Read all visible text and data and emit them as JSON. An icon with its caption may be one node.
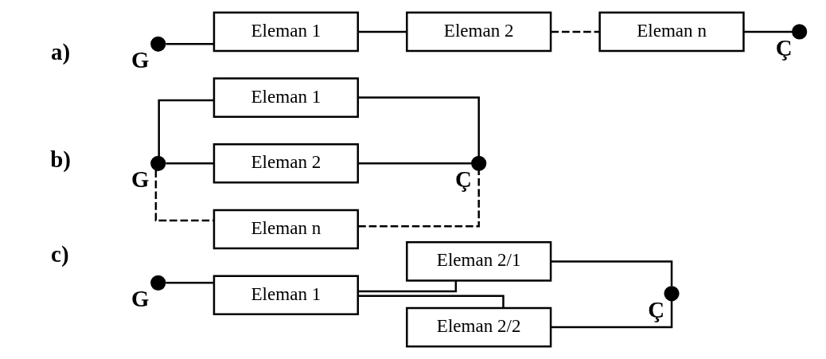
{
  "diagram": {
    "nodes": [
      {
        "text": [],
        "shape": "circle",
        "beside": [
          "G"
        ]
      },
      {
        "text": [
          "Eleman 1"
        ]
      },
      {
        "text": [
          "Eleman 2"
        ]
      },
      {
        "text": [
          "Eleman n"
        ]
      },
      {
        "text": [],
        "shape": "circle",
        "beside": [
          "Ç"
        ]
      },
      {
        "text": [],
        "shape": "circle",
        "beside": [
          "G"
        ]
      },
      {
        "text": [
          "Eleman 1"
        ]
      },
      {
        "text": [
          "Eleman 2"
        ]
      },
      {
        "text": [
          "Eleman n"
        ]
      },
      {
        "text": [],
        "shape": "circle",
        "beside": [
          "Ç"
        ]
      },
      {
        "text": [],
        "shape": "circle",
        "beside": [
          "G"
        ]
      },
      {
        "text": [
          "Eleman 1"
        ]
      },
      {
        "text": [
          "Eleman 2/1"
        ]
      },
      {
        "text": [
          "Eleman 2/2"
        ]
      },
      {
        "text": [],
        "shape": "circle",
        "beside": [
          "Ç"
        ]
      }
    ],
    "edges": [
      {
        "from": 0,
        "to": 1,
        "arrow": "none"
      },
      {
        "from": 1,
        "to": 2,
        "arrow": "none"
      },
      {
        "from": 2,
        "to": 3,
        "arrow": "none",
        "style": "dashed"
      },
      {
        "from": 3,
        "to": 4,
        "arrow": "none"
      },
      {
        "from": 5,
        "to": 6,
        "arrow": "none"
      },
      {
        "from": 5,
        "to": 7,
        "arrow": "none"
      },
      {
        "from": 5,
        "to": 8,
        "arrow": "none",
        "style": "dashed"
      },
      {
        "from": 6,
        "to": 9,
        "arrow": "none"
      },
      {
        "from": 7,
        "to": 9,
        "arrow": "none"
      },
      {
        "from": 8,
        "to": 9,
        "arrow": "none",
        "style": "dashed"
      },
      {
        "from": 10,
        "to": 11,
        "arrow": "none"
      },
      {
        "from": 11,
        "to": 12,
        "arrow": "none"
      },
      {
        "from": 11,
        "to": 13,
        "arrow": "none"
      },
      {
        "from": 12,
        "to": 14,
        "arrow": "none"
      },
      {
        "from": 13,
        "to": 14,
        "arrow": "none"
      }
    ],
    "labels": [
      "a)",
      "b)",
      "c)"
    ]
  }
}
